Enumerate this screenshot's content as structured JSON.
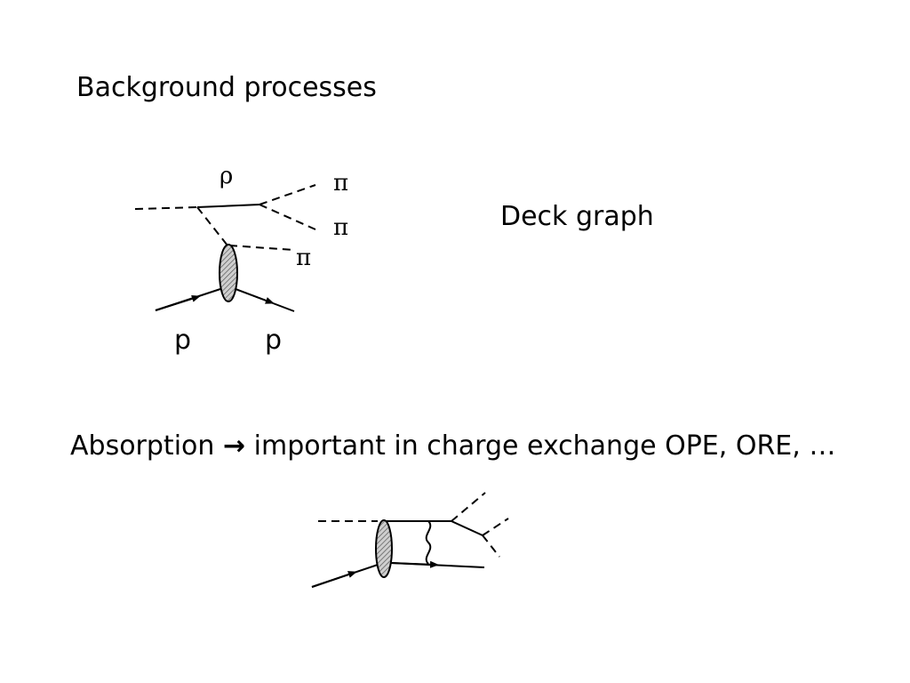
{
  "title": "Background processes",
  "deck": {
    "caption": "Deck graph",
    "labels": {
      "rho": "ρ",
      "pi_top": "π",
      "pi_mid": "π",
      "pi_low": "π",
      "p_in": "p",
      "p_out": "p"
    }
  },
  "absorption": {
    "text_before": "Absorption",
    "arrow": "→",
    "text_after": "important  in charge exchange OPE, ORE, …"
  },
  "colors": {
    "blob_fill": "#bdbdbd",
    "line": "#000000"
  }
}
